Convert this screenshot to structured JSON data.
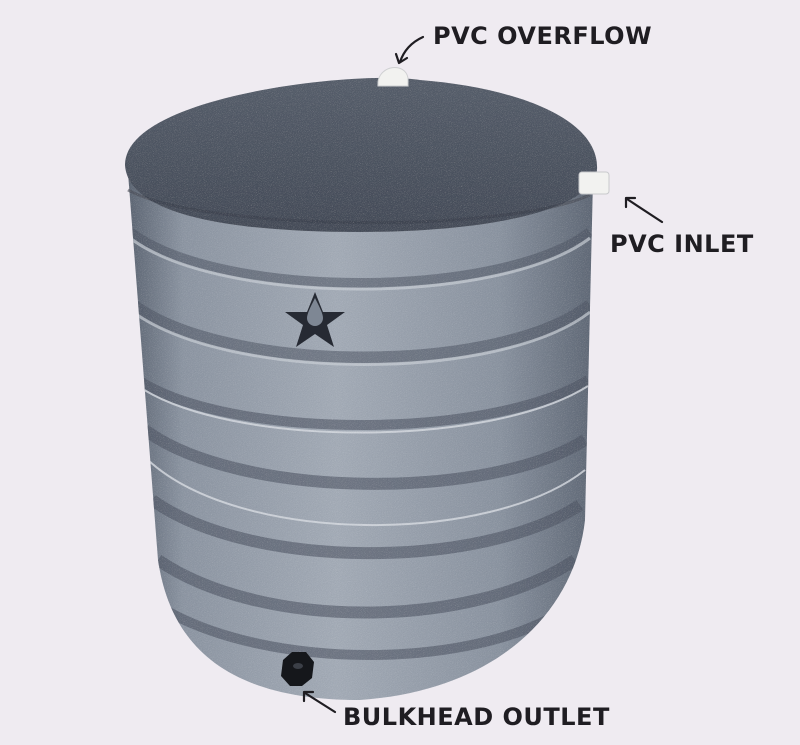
{
  "diagram": {
    "subject": "Rainwater tank",
    "background_color": "#efebf1",
    "tank_color": "#7c8593",
    "lid_color": "#4d5462",
    "fitting_color": "#f2f2f0",
    "outlet_color": "#15171b",
    "logo": {
      "icon": "star-with-water-drop-icon",
      "color": "#262a33"
    },
    "callouts": [
      {
        "id": "overflow",
        "label": "PVC OVERFLOW",
        "arrow": "curved-arrow-down-left-icon"
      },
      {
        "id": "inlet",
        "label": "PVC INLET",
        "arrow": "arrow-up-left-icon"
      },
      {
        "id": "outlet",
        "label": "BULKHEAD OUTLET",
        "arrow": "arrow-up-left-icon"
      }
    ]
  }
}
